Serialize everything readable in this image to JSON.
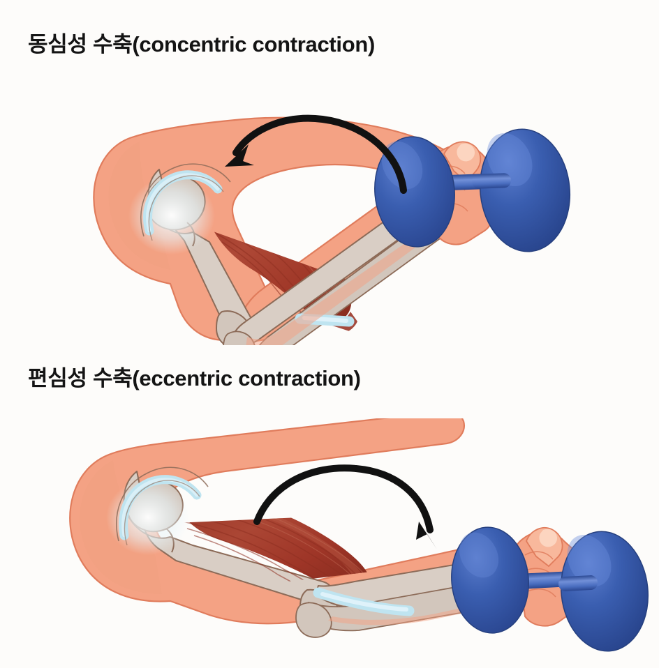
{
  "document": {
    "type": "anatomical-diagram",
    "subject": "Biceps brachii muscle contraction types during a dumbbell curl",
    "background_color": "#fdfcfa"
  },
  "panels": [
    {
      "id": "concentric",
      "title": "동심성 수축(concentric contraction)",
      "title_korean": "동심성 수축",
      "title_english": "concentric contraction",
      "arm_position": "flexed",
      "muscle_state": "shortened",
      "arrow": {
        "name": "motion-arrow-up",
        "direction": "right-to-left",
        "meaning": "lifting",
        "color": "#111111"
      }
    },
    {
      "id": "eccentric",
      "title": "편심성 수축(eccentric contraction)",
      "title_korean": "편심성 수축",
      "title_english": "eccentric contraction",
      "arm_position": "extended",
      "muscle_state": "lengthened",
      "arrow": {
        "name": "motion-arrow-down",
        "direction": "left-to-right",
        "meaning": "lowering",
        "color": "#111111"
      }
    }
  ],
  "colors": {
    "background": "#fdfcfa",
    "skin": "#f4a284",
    "skin_shadow": "#e8886a",
    "skin_outline": "#e08a6c",
    "muscle": "#a8402f",
    "muscle_dark": "#8c3224",
    "muscle_light": "#bc5a46",
    "bone": "#d6cbc2",
    "bone_outline": "#8c6b58",
    "tendon": "#bfe4f0",
    "dumbbell_plate": "#3458a8",
    "dumbbell_plate_dark": "#2a4690",
    "dumbbell_handle": "#4a6ec0",
    "arrow": "#111111",
    "title_text": "#141414"
  },
  "labels": {
    "skin": "skin",
    "biceps": "biceps-brachii-muscle",
    "humerus": "humerus-bone",
    "radius": "radius-bone",
    "ulna": "ulna-bone",
    "tendon": "tendon",
    "shoulder": "shoulder-joint",
    "elbow": "elbow-joint",
    "hand": "hand-grip",
    "dumbbell": "dumbbell"
  }
}
